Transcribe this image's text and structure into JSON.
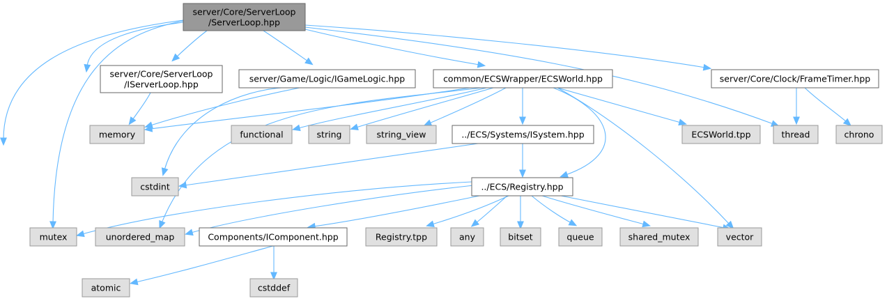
{
  "title": "server/Core/ServerLoop/ServerLoop.hpp include dependency graph",
  "colors": {
    "root_fill": "#999999",
    "root_stroke": "#666666",
    "header_fill": "#ffffff",
    "header_stroke": "#666666",
    "system_fill": "#e0e0e0",
    "system_stroke": "#999999",
    "edge": "#63b8ff"
  },
  "nodes": [
    {
      "id": "root",
      "kind": "root",
      "lines": [
        "server/Core/ServerLoop",
        "/ServerLoop.hpp"
      ]
    },
    {
      "id": "iserverloop",
      "kind": "header",
      "lines": [
        "server/Core/ServerLoop",
        "/IServerLoop.hpp"
      ]
    },
    {
      "id": "igamelogic",
      "kind": "header",
      "lines": [
        "server/Game/Logic/IGameLogic.hpp"
      ]
    },
    {
      "id": "ecsworld",
      "kind": "header",
      "lines": [
        "common/ECSWrapper/ECSWorld.hpp"
      ]
    },
    {
      "id": "frametimer",
      "kind": "header",
      "lines": [
        "server/Core/Clock/FrameTimer.hpp"
      ]
    },
    {
      "id": "memory",
      "kind": "system",
      "lines": [
        "memory"
      ]
    },
    {
      "id": "functional",
      "kind": "system",
      "lines": [
        "functional"
      ]
    },
    {
      "id": "string",
      "kind": "system",
      "lines": [
        "string"
      ]
    },
    {
      "id": "string_view",
      "kind": "system",
      "lines": [
        "string_view"
      ]
    },
    {
      "id": "isystem",
      "kind": "header",
      "lines": [
        "../ECS/Systems/ISystem.hpp"
      ]
    },
    {
      "id": "ecsworld_tpp",
      "kind": "system",
      "lines": [
        "ECSWorld.tpp"
      ]
    },
    {
      "id": "thread",
      "kind": "system",
      "lines": [
        "thread"
      ]
    },
    {
      "id": "chrono",
      "kind": "system",
      "lines": [
        "chrono"
      ]
    },
    {
      "id": "cstdint",
      "kind": "system",
      "lines": [
        "cstdint"
      ]
    },
    {
      "id": "registry",
      "kind": "header",
      "lines": [
        "../ECS/Registry.hpp"
      ]
    },
    {
      "id": "mutex",
      "kind": "system",
      "lines": [
        "mutex"
      ]
    },
    {
      "id": "unordered_map",
      "kind": "system",
      "lines": [
        "unordered_map"
      ]
    },
    {
      "id": "icomponent",
      "kind": "header",
      "lines": [
        "Components/IComponent.hpp"
      ]
    },
    {
      "id": "registry_tpp",
      "kind": "system",
      "lines": [
        "Registry.tpp"
      ]
    },
    {
      "id": "any",
      "kind": "system",
      "lines": [
        "any"
      ]
    },
    {
      "id": "bitset",
      "kind": "system",
      "lines": [
        "bitset"
      ]
    },
    {
      "id": "queue",
      "kind": "system",
      "lines": [
        "queue"
      ]
    },
    {
      "id": "shared_mutex",
      "kind": "system",
      "lines": [
        "shared_mutex"
      ]
    },
    {
      "id": "vector",
      "kind": "system",
      "lines": [
        "vector"
      ]
    },
    {
      "id": "atomic",
      "kind": "system",
      "lines": [
        "atomic"
      ]
    },
    {
      "id": "cstddef",
      "kind": "system",
      "lines": [
        "cstddef"
      ]
    }
  ],
  "edges": [
    {
      "from": "root",
      "to": "iserverloop"
    },
    {
      "from": "root",
      "to": "igamelogic"
    },
    {
      "from": "root",
      "to": "ecsworld"
    },
    {
      "from": "root",
      "to": "frametimer"
    },
    {
      "from": "root",
      "to": "memory"
    },
    {
      "from": "root",
      "to": "mutex"
    },
    {
      "from": "root",
      "to": "atomic"
    },
    {
      "from": "root",
      "to": "thread"
    },
    {
      "from": "iserverloop",
      "to": "memory"
    },
    {
      "from": "igamelogic",
      "to": "memory"
    },
    {
      "from": "igamelogic",
      "to": "cstdint"
    },
    {
      "from": "ecsworld",
      "to": "memory"
    },
    {
      "from": "ecsworld",
      "to": "functional"
    },
    {
      "from": "ecsworld",
      "to": "string"
    },
    {
      "from": "ecsworld",
      "to": "string_view"
    },
    {
      "from": "ecsworld",
      "to": "isystem"
    },
    {
      "from": "ecsworld",
      "to": "ecsworld_tpp"
    },
    {
      "from": "ecsworld",
      "to": "registry"
    },
    {
      "from": "ecsworld",
      "to": "unordered_map"
    },
    {
      "from": "ecsworld",
      "to": "vector"
    },
    {
      "from": "frametimer",
      "to": "thread"
    },
    {
      "from": "frametimer",
      "to": "chrono"
    },
    {
      "from": "isystem",
      "to": "registry"
    },
    {
      "from": "isystem",
      "to": "cstdint"
    },
    {
      "from": "registry",
      "to": "mutex"
    },
    {
      "from": "registry",
      "to": "unordered_map"
    },
    {
      "from": "registry",
      "to": "icomponent"
    },
    {
      "from": "registry",
      "to": "registry_tpp"
    },
    {
      "from": "registry",
      "to": "any"
    },
    {
      "from": "registry",
      "to": "bitset"
    },
    {
      "from": "registry",
      "to": "queue"
    },
    {
      "from": "registry",
      "to": "shared_mutex"
    },
    {
      "from": "registry",
      "to": "vector"
    },
    {
      "from": "icomponent",
      "to": "atomic"
    },
    {
      "from": "icomponent",
      "to": "cstddef"
    }
  ]
}
